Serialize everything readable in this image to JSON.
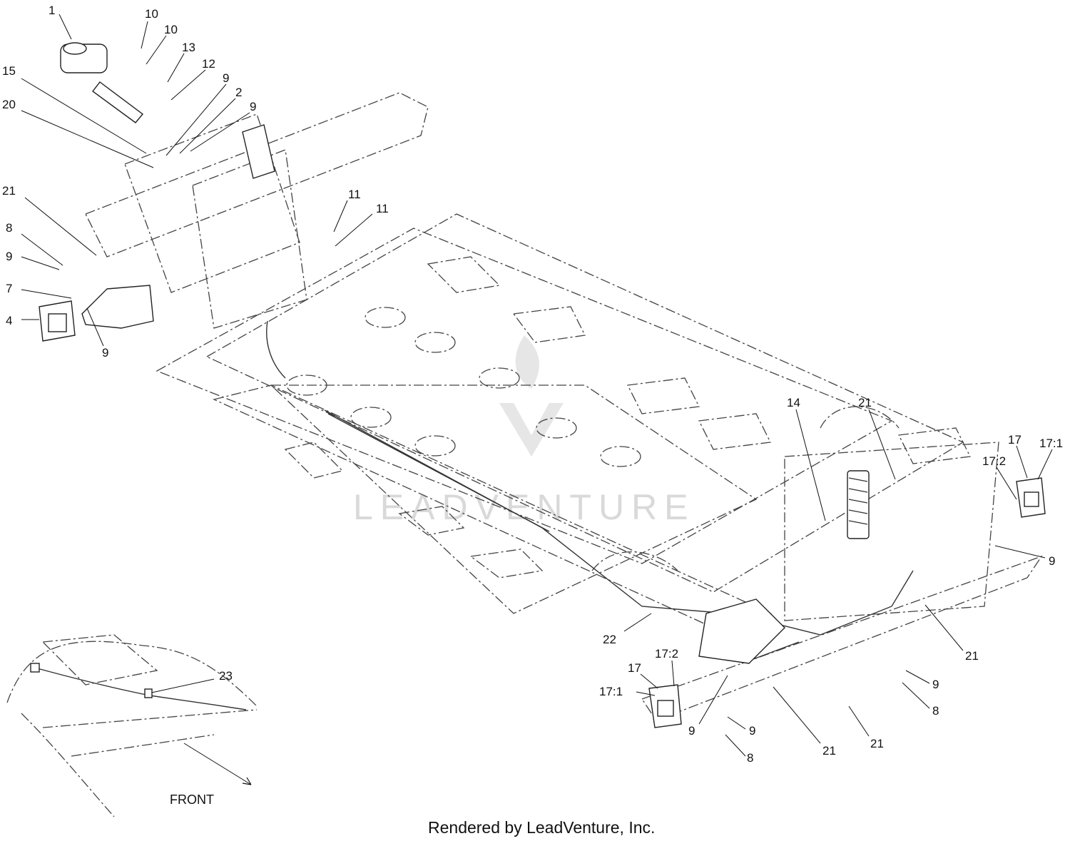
{
  "watermark_text": "LEADVENTURE",
  "front_label": "FRONT",
  "footer_text": "Rendered by LeadVenture, Inc.",
  "callouts": [
    "1",
    "10",
    "10",
    "13",
    "12",
    "15",
    "20",
    "9",
    "2",
    "9",
    "21",
    "8",
    "9",
    "7",
    "4",
    "9",
    "11",
    "11",
    "14",
    "21",
    "17",
    "17:1",
    "17:2",
    "9",
    "22",
    "21",
    "17",
    "17:2",
    "17:1",
    "9",
    "21",
    "9",
    "8",
    "9",
    "8",
    "21",
    "23"
  ]
}
